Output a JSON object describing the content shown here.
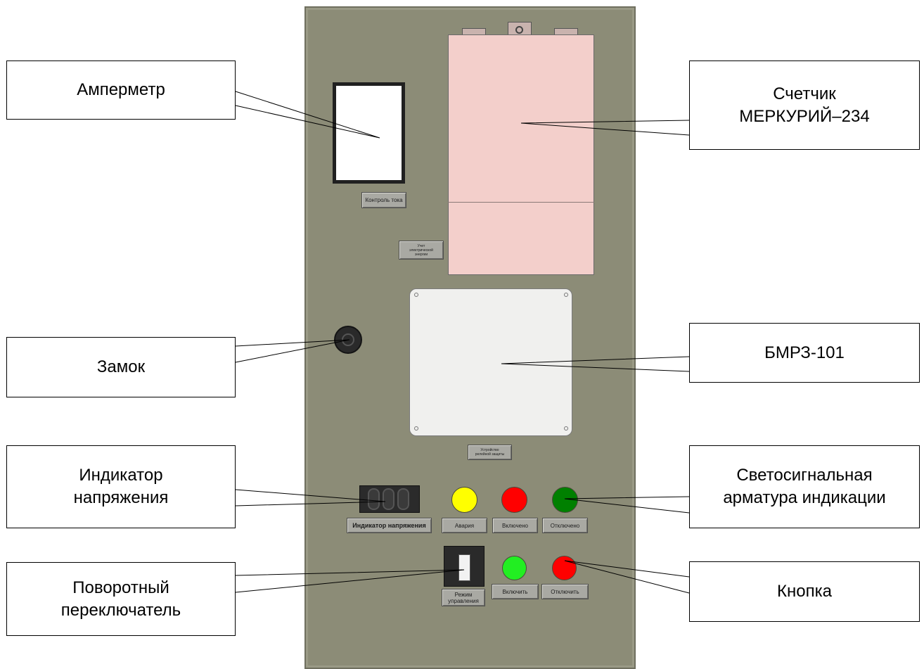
{
  "callouts": {
    "ammeter": "Амперметр",
    "meter": "Счетчик\nМЕРКУРИЙ–234",
    "lock": "Замок",
    "relay": "БМРЗ-101",
    "voltage_indicator": "Индикатор\nнапряжения",
    "signal_lamps": "Светосигнальная\nарматура индикации",
    "rotary_switch": "Поворотный\nпереключатель",
    "button": "Кнопка"
  },
  "plates": {
    "current_control": "Контроль тока",
    "energy_metering": "Учет\nэлектрической\nэнергии",
    "relay_protection": "Устройство\nрелейной защиты",
    "voltage_indicator": "Индикатор напряжения",
    "alarm": "Авария",
    "on_state": "Включено",
    "off_state": "Отключено",
    "control_mode": "Режим\nуправления",
    "switch_on": "Включить",
    "switch_off": "Отключить"
  },
  "colors": {
    "cabinet": "#8c8c77",
    "meter_body": "#f3cfcb",
    "lamp_yellow": "#ffff00",
    "lamp_red": "#ff0000",
    "lamp_dark_green": "#008000",
    "button_green": "#22ee22",
    "button_red": "#ff0000"
  }
}
